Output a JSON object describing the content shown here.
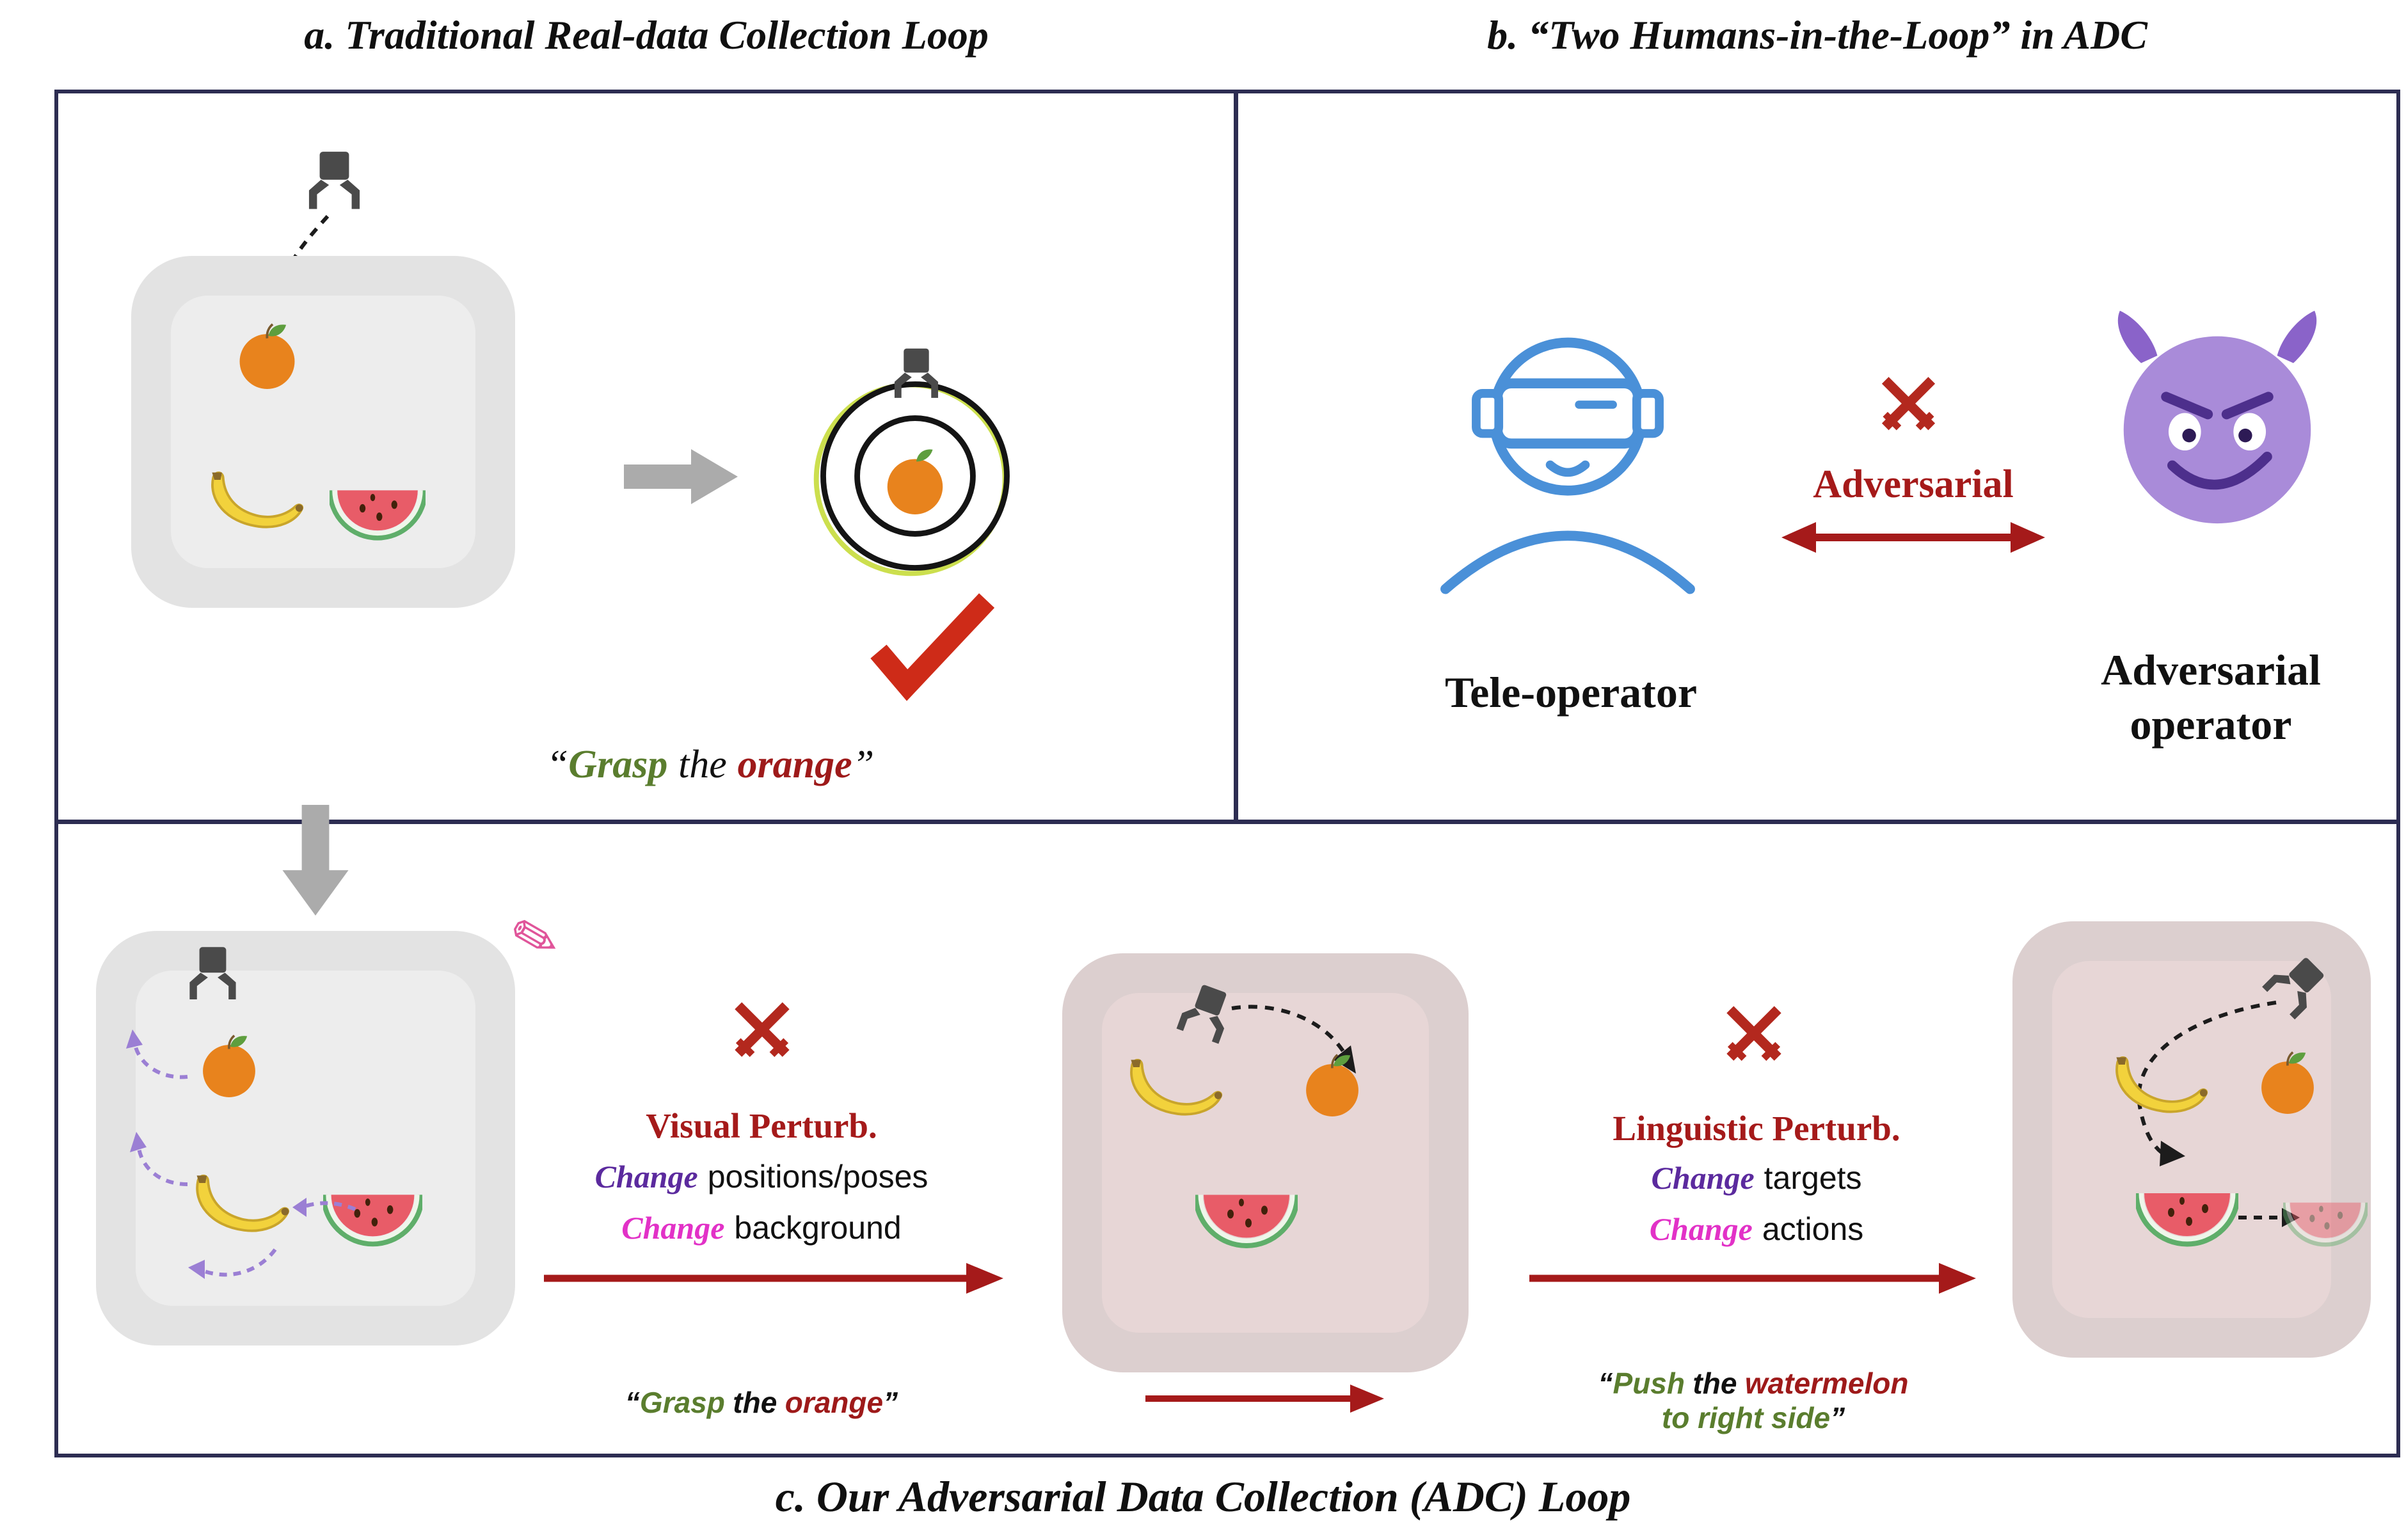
{
  "titles": {
    "panel_a": "a. Traditional Real-data Collection Loop",
    "panel_b": "b. “Two Humans-in-the-Loop” in ADC",
    "panel_c": "c. Our Adversarial Data Collection (ADC) Loop"
  },
  "panel_a": {
    "caption": {
      "open_quote": "“",
      "word_grasp": "Grasp",
      "word_the": "the",
      "word_orange": "orange",
      "close_quote": "”"
    }
  },
  "panel_b": {
    "adversarial_label": "Adversarial",
    "tele_operator_label": "Tele-operator",
    "adversarial_operator_line1": "Adversarial",
    "adversarial_operator_line2": "operator"
  },
  "panel_c": {
    "visual_perturb": {
      "heading": "Visual Perturb.",
      "line1_keyword": "Change",
      "line1_text": "positions/poses",
      "line2_keyword": "Change",
      "line2_text": "background"
    },
    "linguistic_perturb": {
      "heading": "Linguistic Perturb.",
      "line1_keyword": "Change",
      "line1_text": "targets",
      "line2_keyword": "Change",
      "line2_text": "actions"
    },
    "grasp_caption": {
      "open_quote": "“",
      "word_grasp": "Grasp",
      "word_the": "the",
      "word_orange": "orange",
      "close_quote": "”"
    },
    "push_caption": {
      "open_quote": "“",
      "word_push": "Push",
      "word_the": "the",
      "word_watermelon": "watermelon",
      "line2": "to right side",
      "close_quote": "”"
    }
  },
  "colors": {
    "border_navy": "#2d2d52",
    "dark_red": "#a51a1a",
    "swords_red": "#b3281e",
    "check_red": "#ce2b18",
    "green_text": "#5a7d2e",
    "purple_text": "#5b2a9e",
    "magenta_text": "#e231c7",
    "operator_blue": "#4a90d8",
    "devil_purple": "#a98bd9",
    "fruit_orange": "#e8831d",
    "banana_yellow": "#f2d23c",
    "watermelon_red": "#e85c68",
    "watermelon_green": "#5fae6a",
    "tray_gray": "#e3e3e3",
    "tray_pink": "#e7d6d6",
    "pencil_pink": "#e0559a",
    "gray_arrow": "#ababab",
    "gripper_gray": "#4a4a4a",
    "purple_arrow": "#9b7fd4"
  }
}
